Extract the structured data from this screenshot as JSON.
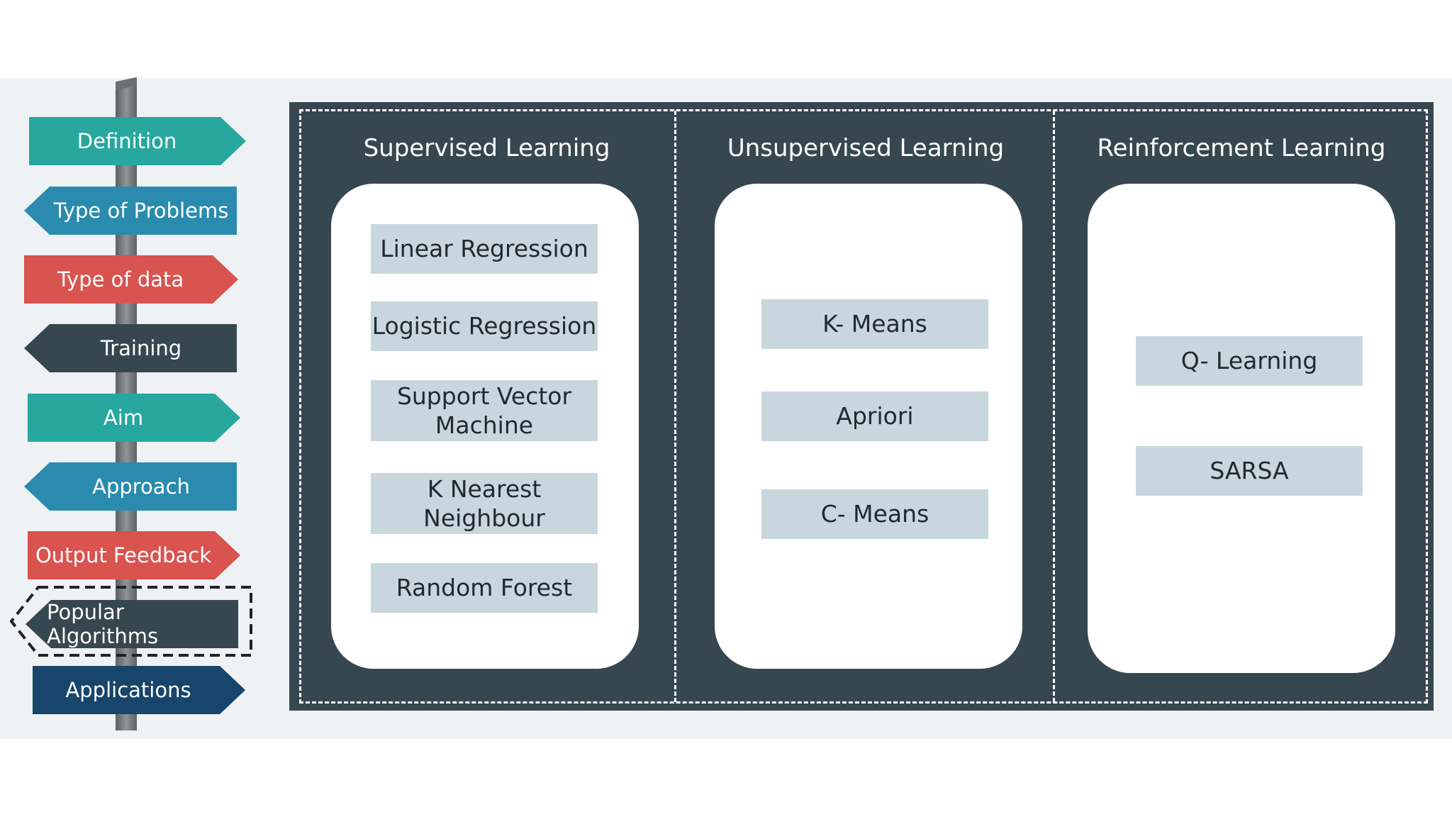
{
  "signs": [
    {
      "label": "Definition",
      "color": "#27a79e"
    },
    {
      "label": "Type of Problems",
      "color": "#2a8bae"
    },
    {
      "label": "Type of data",
      "color": "#d9534f"
    },
    {
      "label": "Training",
      "color": "#37474f"
    },
    {
      "label": "Aim",
      "color": "#27a79e"
    },
    {
      "label": "Approach",
      "color": "#2a8bae"
    },
    {
      "label": "Output Feedback",
      "color": "#d9534f"
    },
    {
      "label": "Popular Algorithms",
      "color": "#37474f",
      "highlighted": true
    },
    {
      "label": "Applications",
      "color": "#17456b"
    }
  ],
  "columns": [
    {
      "title": "Supervised Learning",
      "algorithms": [
        "Linear Regression",
        "Logistic Regression",
        "Support Vector Machine",
        "K Nearest Neighbour",
        "Random Forest"
      ]
    },
    {
      "title": "Unsupervised Learning",
      "algorithms": [
        "K- Means",
        "Apriori",
        "C- Means"
      ]
    },
    {
      "title": "Reinforcement Learning",
      "algorithms": [
        "Q- Learning",
        "SARSA"
      ]
    }
  ],
  "colors": {
    "panel": "#37474f",
    "algo_box": "#c8d6dd",
    "background_band": "#eef2f4"
  }
}
